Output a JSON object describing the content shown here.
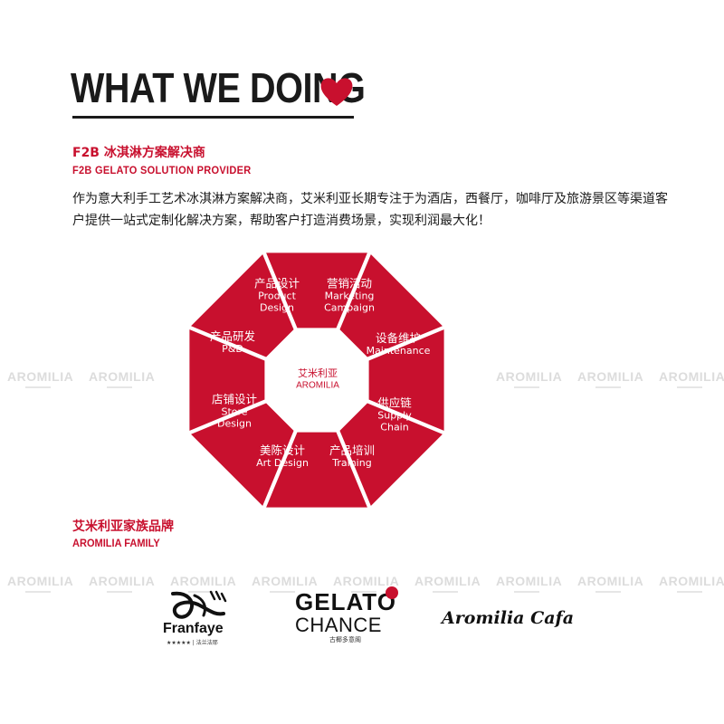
{
  "header": {
    "title": "WHAT WE DOING",
    "heart_icon": "heart-icon",
    "accent_color": "#c8102e"
  },
  "section": {
    "title_cn": "F2B 冰淇淋方案解决商",
    "title_en": "F2B GELATO SOLUTION  PROVIDER",
    "description": "作为意大利手工艺术冰淇淋方案解决商，艾米利亚长期专注于为酒店，西餐厅，咖啡厅及旅游景区等渠道客户提供一站式定制化解决方案，帮助客户打造消费场景，实现利润最大化！"
  },
  "octagon": {
    "color": "#c8102e",
    "center": {
      "cn": "艾米利亚",
      "en": "AROMILIA"
    },
    "segments": [
      {
        "cn": "产品设计",
        "en": "Product",
        "en2": "Design"
      },
      {
        "cn": "营销活动",
        "en": "Marketing",
        "en2": "Campaign"
      },
      {
        "cn": "设备维护",
        "en": "Maintenance",
        "en2": ""
      },
      {
        "cn": "供应链",
        "en": "Supply",
        "en2": "Chain"
      },
      {
        "cn": "产品培训",
        "en": "Training",
        "en2": ""
      },
      {
        "cn": "美陈设计",
        "en": "Art Design",
        "en2": ""
      },
      {
        "cn": "店铺设计",
        "en": "Store",
        "en2": "Design"
      },
      {
        "cn": "产品研发",
        "en": "P&D",
        "en2": ""
      }
    ]
  },
  "watermark": {
    "text": "AROMILIA"
  },
  "family": {
    "title_cn": "艾米利亚家族品牌",
    "title_en": "AROMILIA FAMILY",
    "brands": {
      "franfaye": {
        "name": "Franfaye",
        "sub": "★★★★★ | 法兰法耶"
      },
      "gelato": {
        "top": "GELATO",
        "bottom": "CHANCE",
        "sub": "古椰多意阁"
      },
      "cafe": {
        "name": "Aromilia Cafa"
      }
    }
  }
}
